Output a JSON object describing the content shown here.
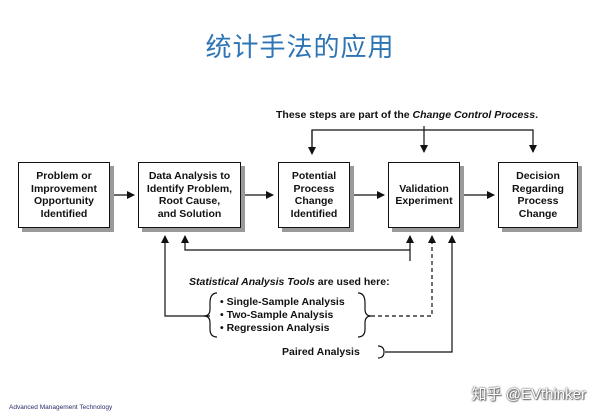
{
  "title": "统计手法的应用",
  "top_note": {
    "prefix": "These steps are part of the ",
    "emphasis": "Change Control Process",
    "suffix": "."
  },
  "process_steps": [
    "Problem or\nImprovement\nOpportunity\nIdentified",
    "Data Analysis to\nIdentify Problem,\nRoot Cause,\nand Solution",
    "Potential\nProcess\nChange\nIdentified",
    "Validation\nExperiment",
    "Decision\nRegarding\nProcess\nChange"
  ],
  "tools_note": {
    "emphasis": "Statistical Analysis Tools",
    "suffix": " are used here:"
  },
  "tools": [
    "• Single-Sample Analysis",
    "• Two-Sample Analysis",
    "• Regression Analysis"
  ],
  "paired_analysis": "Paired Analysis",
  "footer": "Advanced Management Technology",
  "watermark": "知乎 @EVthinker"
}
